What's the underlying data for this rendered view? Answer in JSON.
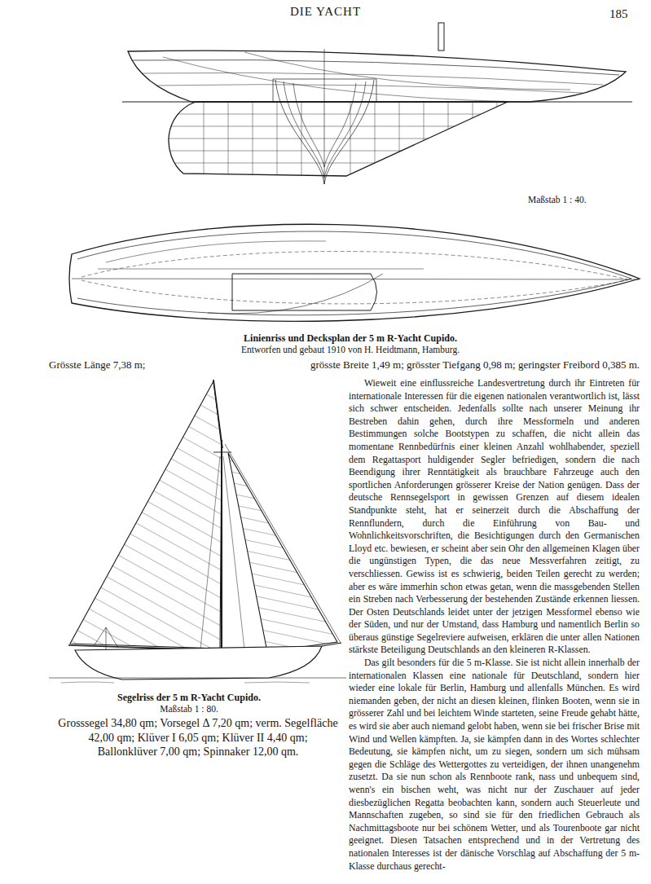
{
  "diagram": {
    "title": "DIE YACHT",
    "labels": [
      "185",
      "Maßstab 1 : 40.",
      "Linienriss und Decksplan der 5 m R-Yacht Cupido.",
      "Entworfen und gebaut 1910 von H. Heidtmann, Hamburg.",
      "Grösste Länge 7,38 m;",
      "grösste Breite 1,49 m; grösster Tiefgang 0,98 m; geringster Freibord 0,385 m.",
      "Wieweit eine einflussreiche Landesvertretung durch ihr Eintreten für internationale Interessen für die eigenen nationalen verantwortlich ist, lässt sich schwer entscheiden. Jedenfalls sollte nach unserer Meinung ihr Bestreben dahin gehen, durch ihre Messformeln und anderen Bestimmungen solche Bootstypen zu schaffen, die nicht allein das momentane Rennbedürfnis einer kleinen Anzahl wohlhabender, speziell dem Regattasport huldigender Segler befriedigen, sondern die nach Beendigung ihrer Renntätigkeit als brauchbare Fahrzeuge auch den sportlichen Anforderungen grösserer Kreise der Nation genügen. Dass der deutsche Rennsegelsport in gewissen Grenzen auf diesem idealen Standpunkte steht, hat er seinerzeit durch die Abschaffung der Rennflundern, durch die Einführung von Bau- und Wohnlichkeitsvorschriften, die Besichtigungen durch den Germanischen Lloyd etc. bewiesen, er scheint aber sein Ohr den allgemeinen Klagen über die ungünstigen Typen, die das neue Messverfahren zeitigt, zu verschliessen. Gewiss ist es schwierig, beiden Teilen gerecht zu werden; aber es wäre immerhin schon etwas getan, wenn die massgebenden Stellen ein Streben nach Verbesserung der bestehenden Zustände erkennen liessen. Der Osten Deutschlands leidet unter der jetzigen Messformel ebenso wie der Süden, und nur der Umstand, dass Hamburg und namentlich Berlin so überaus günstige Segelreviere aufweisen, erklären die unter allen Nationen stärkste Beteiligung Deutschlands an den kleineren R-Klassen.",
      "Das gilt besonders für die 5 m-Klasse. Sie ist nicht allein innerhalb der internationalen Klassen eine nationale für Deutschland, sondern hier wieder eine lokale für Berlin, Hamburg und allenfalls München. Es wird niemanden geben, der nicht an diesen kleinen, flinken Booten, wenn sie in grösserer Zahl und bei leichtem Winde starteten, seine Freude gehabt hätte, es wird sie aber auch niemand gelobt haben, wenn sie bei frischer Brise mit Wind und Wellen kämpften. Ja, sie kämpfen dann in des Wortes schlechter Bedeutung, sie kämpfen nicht, um zu siegen, sondern um sich mühsam gegen die Schläge des Wettergottes zu verteidigen, der ihnen unangenehm zusetzt. Da sie nun schon als Rennboote rank, nass und unbequem sind, wenn's ein bischen weht, was nicht nur der Zuschauer auf jeder diesbezüglichen Regatta beobachten kann, sondern auch Steuerleute und Mannschaften zugeben, so sind sie für den friedlichen Gebrauch als Nachmittagsboote nur bei schönem Wetter, und als Tourenboote gar nicht geeignet. Diesen Tatsachen entsprechend und in der Vertretung des nationalen Interesses ist der dänische Vorschlag auf Abschaffung der 5 m-Klasse durchaus gerecht-",
      "Segelriss der 5 m R-Yacht Cupido.",
      "Maßstab 1 : 80.",
      "Grosssegel 34,80 qm; Vorsegel Δ 7,20 qm; verm. Segelfläche 42,00 qm; Klüver I 6,05 qm; Klüver II 4,40 qm; Ballonklüver 7,00 qm; Spinnaker 12,00 qm."
    ]
  }
}
